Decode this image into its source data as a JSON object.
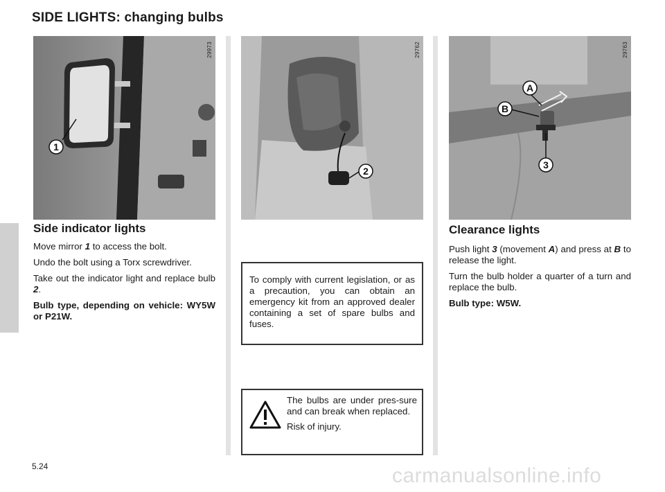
{
  "title": "SIDE LIGHTS: changing bulbs",
  "photos": [
    {
      "code": "29973",
      "callouts": [
        "1"
      ]
    },
    {
      "code": "29762",
      "callouts": [
        "2"
      ]
    },
    {
      "code": "29763",
      "callouts": [
        "A",
        "B",
        "3"
      ]
    }
  ],
  "left": {
    "heading": "Side indicator lights",
    "p1_pre": "Move mirror ",
    "p1_ref": "1",
    "p1_post": " to access the bolt.",
    "p2": "Undo the bolt using a Torx screwdriver.",
    "p3_pre": "Take out the indicator light and replace bulb ",
    "p3_ref": "2",
    "p3_post": ".",
    "p4": "Bulb type, depending on vehicle: WY5W or P21W."
  },
  "middle": {
    "note": "To comply with current legislation, or as a precaution, you can obtain an emergency kit from an approved dealer containing a set of spare bulbs and fuses.",
    "warning_p1": "The bulbs are under pres-sure and can break when replaced.",
    "warning_p2": "Risk of injury.",
    "warning_icon": "warning-triangle-icon"
  },
  "right": {
    "heading": "Clearance lights",
    "p1_a": "Push light ",
    "p1_ref3": "3",
    "p1_b": " (movement ",
    "p1_refA": "A",
    "p1_c": ") and press at ",
    "p1_refB": "B",
    "p1_d": " to release the light.",
    "p2": "Turn the bulb holder a quarter of a turn and replace the bulb.",
    "p3": "Bulb type: W5W."
  },
  "page_number": "5.24",
  "watermark": "carmanualsonline.info"
}
